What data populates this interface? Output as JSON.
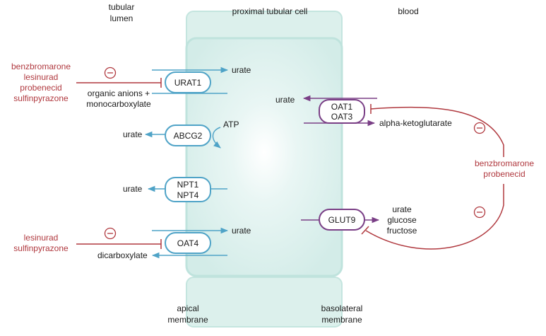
{
  "headers": {
    "tubular_lumen": [
      "tubular",
      "lumen"
    ],
    "cell": "proximal tubular cell",
    "blood": "blood",
    "apical_membrane": [
      "apical",
      "membrane"
    ],
    "basolateral_membrane": [
      "basolateral",
      "membrane"
    ]
  },
  "colors": {
    "apical_transporter": "#4fa3c7",
    "basolateral_transporter": "#7a3f86",
    "inhibitor": "#b0393f",
    "cell_fill": "#d8efec",
    "cell_border": "#bfe3dd"
  },
  "inhibitor_symbol": "⊖",
  "transporters": {
    "urat1": {
      "label": "URAT1",
      "out_label": "urate",
      "in_label": [
        "organic anions +",
        "monocarboxylate"
      ]
    },
    "abcg2": {
      "label": "ABCG2",
      "out_label": "urate",
      "energy_label": "ATP"
    },
    "npt": {
      "label": [
        "NPT1",
        "NPT4"
      ],
      "out_label": "urate"
    },
    "oat4": {
      "label": "OAT4",
      "in_label": "urate",
      "out_label": "dicarboxylate"
    },
    "oat13": {
      "label": [
        "OAT1",
        "OAT3"
      ],
      "in_label": "urate",
      "out_label": "alpha-ketoglutarate"
    },
    "glut9": {
      "label": "GLUT9",
      "out_label": [
        "urate",
        "glucose",
        "fructose"
      ]
    }
  },
  "inhibitors": {
    "urat1_drugs": [
      "benzbromarone",
      "lesinurad",
      "probenecid",
      "sulfinpyrazone"
    ],
    "oat4_drugs": [
      "lesinurad",
      "sulfinpyrazone"
    ],
    "basolateral_drugs": [
      "benzbromarone",
      "probenecid"
    ]
  }
}
